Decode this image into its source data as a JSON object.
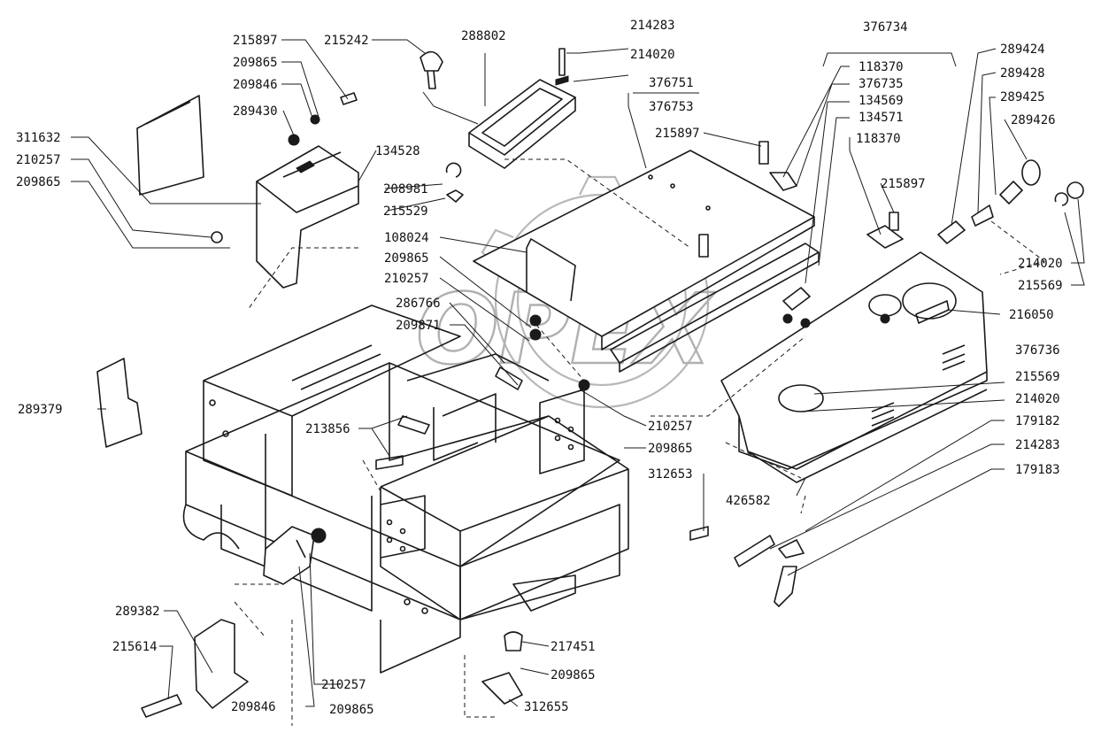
{
  "watermark": "OPEX",
  "labels": [
    "215897",
    "209865",
    "209846",
    "289430",
    "311632",
    "210257",
    "209865",
    "215242",
    "288802",
    "214283",
    "214020",
    "376751",
    "376753",
    "134528",
    "208981",
    "215529",
    "215897",
    "376734",
    "118370",
    "376735",
    "134569",
    "134571",
    "118370",
    "215897",
    "289424",
    "289428",
    "289425",
    "289426",
    "108024",
    "209865",
    "210257",
    "286766",
    "209871",
    "214020",
    "215569",
    "216050",
    "376736",
    "215569",
    "214020",
    "179182",
    "214283",
    "179183",
    "289379",
    "213856",
    "210257",
    "209865",
    "312653",
    "426582",
    "289382",
    "215614",
    "209846",
    "210257",
    "209865",
    "217451",
    "209865",
    "312655"
  ]
}
